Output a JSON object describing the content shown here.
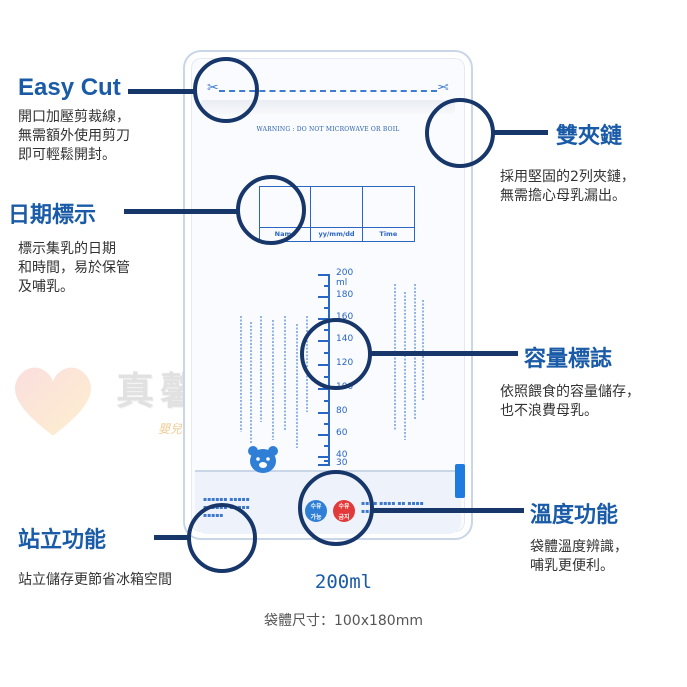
{
  "features": {
    "easy_cut": {
      "title": "Easy Cut",
      "desc": [
        "開口加壓剪裁線，",
        "無需額外使用剪刀",
        "即可輕鬆開封。"
      ]
    },
    "zipper": {
      "title": "雙夾鏈",
      "desc": [
        "採用堅固的2列夾鏈，",
        "無需擔心母乳漏出。"
      ]
    },
    "date": {
      "title": "日期標示",
      "desc": [
        "標示集乳的日期",
        "和時間，易於保管",
        "及哺乳。"
      ]
    },
    "volume": {
      "title": "容量標誌",
      "desc": [
        "依照餵食的容量儲存，",
        "也不浪費母乳。"
      ]
    },
    "temperature": {
      "title": "溫度功能",
      "desc": [
        "袋體溫度辨識，",
        "哺乳更便利。"
      ]
    },
    "standing": {
      "title": "站立功能",
      "desc": [
        "站立儲存更節省冰箱空間"
      ]
    }
  },
  "bag": {
    "warning": "WARNING : DO NOT MICROWAVE OR BOIL",
    "label_headers": [
      "Name",
      "yy/mm/dd",
      "Time"
    ],
    "scale_labels": [
      "200 ml",
      "180",
      "160",
      "140",
      "120",
      "100",
      "80",
      "60",
      "40",
      "30"
    ],
    "temp_labels": [
      "수유\n가능",
      "수유\n금지"
    ]
  },
  "watermark": {
    "text": "真馨坊",
    "sub": "嬰兒生活館"
  },
  "capacity": "200ml",
  "dimensions": "袋體尺寸：100x180mm",
  "colors": {
    "navy": "#17366a",
    "title_blue": "#1a5ba8",
    "bag_blue": "#2a66c4"
  }
}
